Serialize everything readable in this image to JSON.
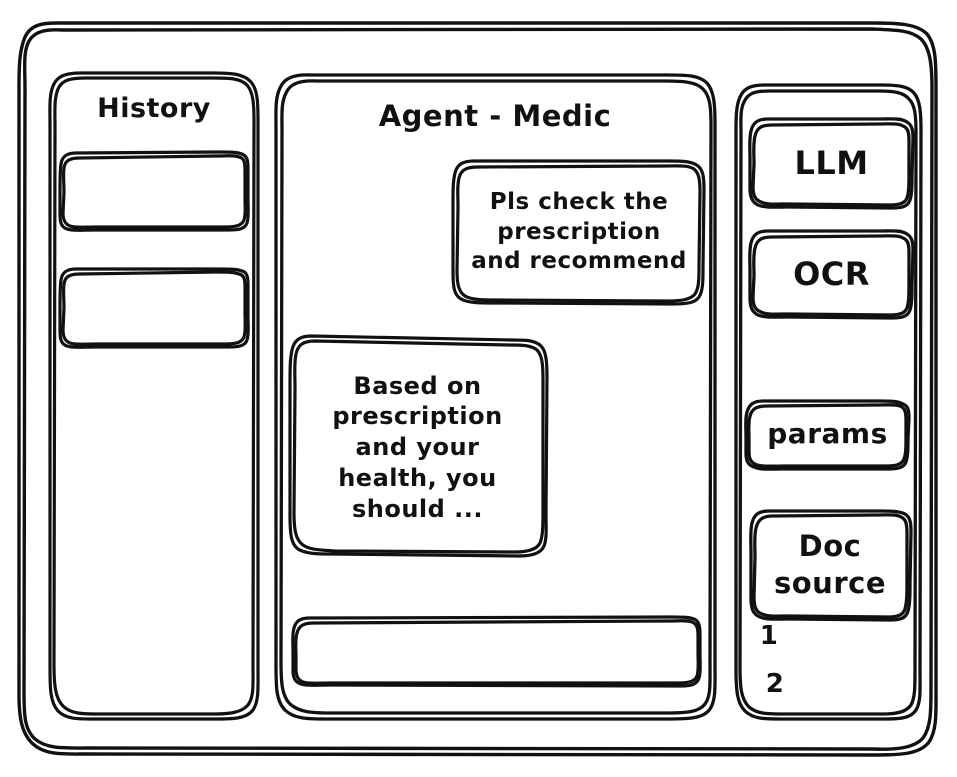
{
  "app_window": {
    "name": "sketch-wireframe-window"
  },
  "sidebar": {
    "title": "History",
    "items": [
      {
        "label": ""
      },
      {
        "label": ""
      }
    ]
  },
  "main": {
    "title": "Agent - Medic",
    "messages": [
      {
        "role": "user",
        "text": "Pls check the\nprescription\nand recommend"
      },
      {
        "role": "assistant",
        "text": "Based on\nprescription\nand your\nhealth, you\nshould ..."
      }
    ],
    "composer": {
      "value": "",
      "placeholder": ""
    }
  },
  "tools": {
    "buttons": [
      {
        "label": "LLM"
      },
      {
        "label": "OCR"
      },
      {
        "label": "params"
      }
    ],
    "doc_source": {
      "label": "Doc\nsource",
      "items": [
        "1",
        "2"
      ]
    }
  },
  "style": {
    "ink": "#111111",
    "paper": "#ffffff"
  }
}
